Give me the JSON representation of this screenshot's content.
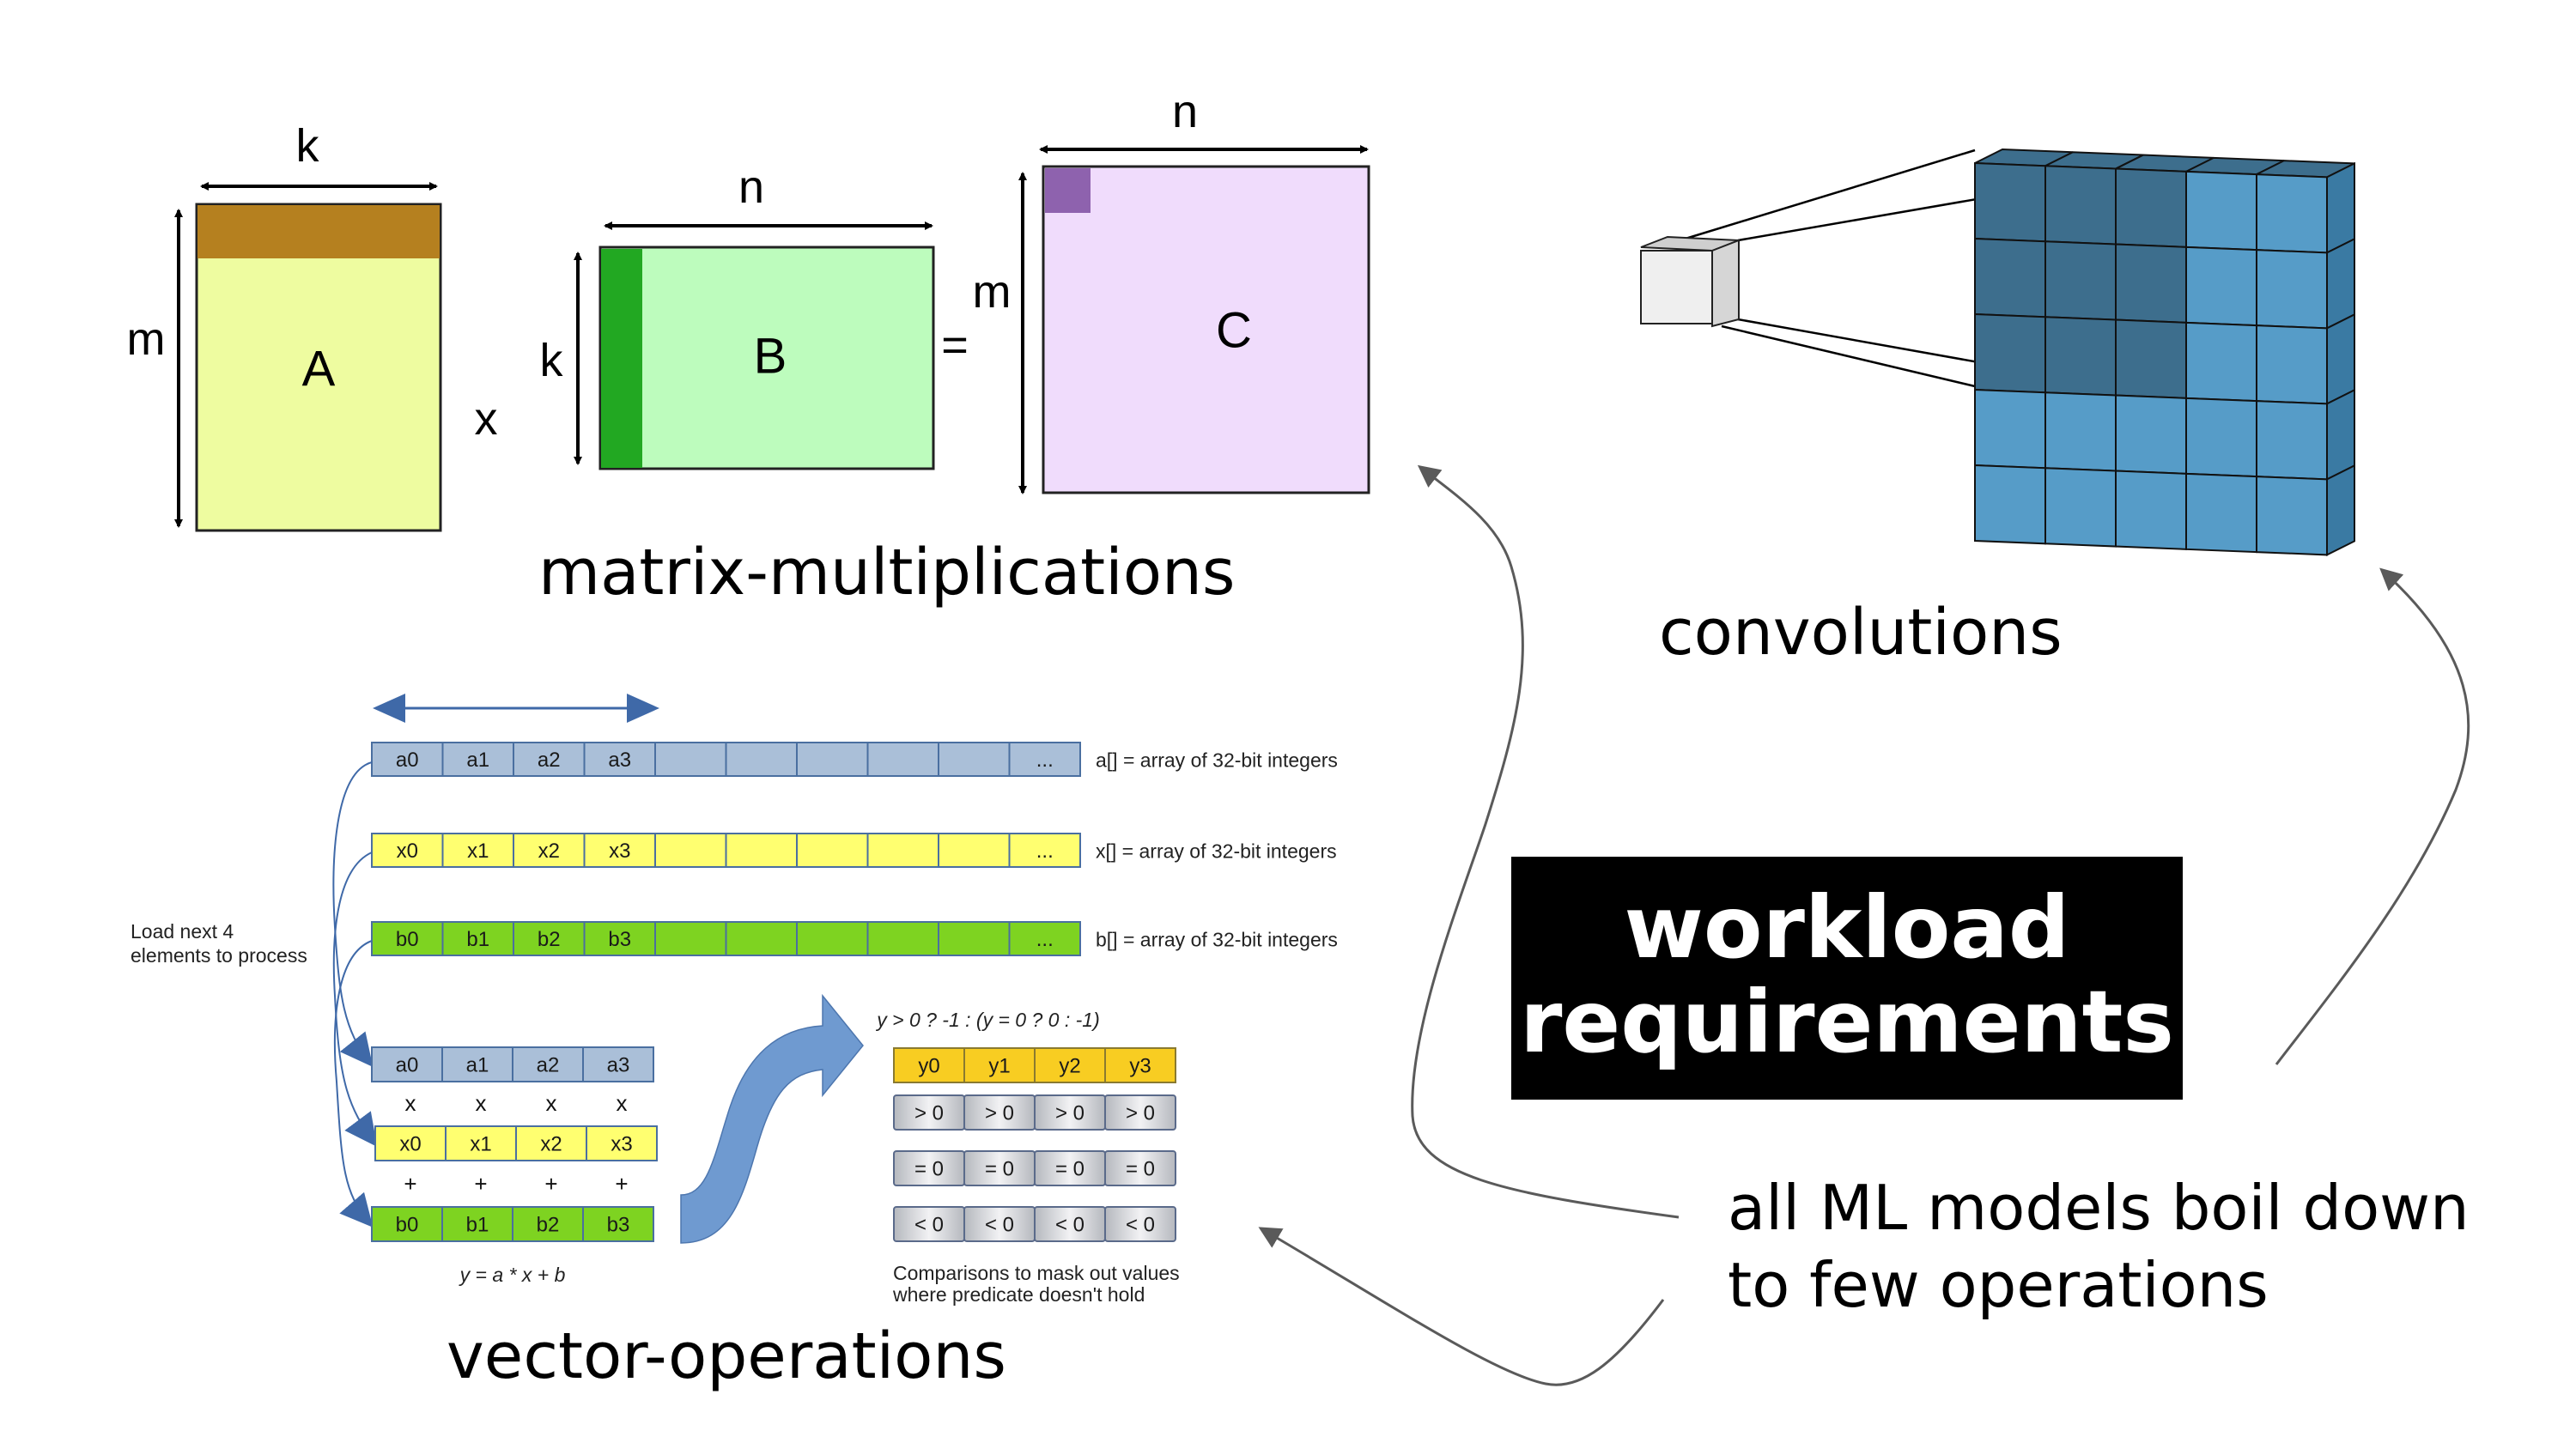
{
  "matmul": {
    "title": "matrix-multiplications",
    "matrix_a": {
      "label": "A",
      "width_label": "k",
      "height_label": "m",
      "fill": "#eefca0",
      "highlight": "#b5801f"
    },
    "times_sign": "x",
    "matrix_b": {
      "label": "B",
      "width_label": "n",
      "height_label": "k",
      "fill": "#bdfcbd",
      "highlight": "#22a822"
    },
    "equals_sign": "=",
    "matrix_c": {
      "label": "C",
      "width_label": "n",
      "height_label": "m",
      "fill": "#f0dcfc",
      "highlight": "#8e62ae"
    }
  },
  "convolution": {
    "title": "convolutions",
    "grid_rows": 5,
    "grid_cols": 5,
    "kernel_rows": 3,
    "kernel_cols": 3,
    "kernel_color": "#3d6e8d",
    "cell_color": "#569cc8",
    "side_color": "#3a7aa3"
  },
  "vector_ops": {
    "title": "vector-operations",
    "load_note": [
      "Load next 4",
      "elements to process"
    ],
    "arrays": [
      {
        "name": "a",
        "cells": [
          "a0",
          "a1",
          "a2",
          "a3",
          "",
          "",
          "",
          "",
          "",
          "..."
        ],
        "desc": "a[]  = array of 32-bit integers",
        "fill": "#aabfd8"
      },
      {
        "name": "x",
        "cells": [
          "x0",
          "x1",
          "x2",
          "x3",
          "",
          "",
          "",
          "",
          "",
          "..."
        ],
        "desc": "x[]  = array of 32-bit integers",
        "fill": "#ffff70"
      },
      {
        "name": "b",
        "cells": [
          "b0",
          "b1",
          "b2",
          "b3",
          "",
          "",
          "",
          "",
          "",
          "..."
        ],
        "desc": "b[]  = array of 32-bit integers",
        "fill": "#7ed321"
      }
    ],
    "registers": [
      {
        "name": "a",
        "cells": [
          "a0",
          "a1",
          "a2",
          "a3"
        ],
        "fill": "#aabfd8"
      },
      {
        "name": "x",
        "cells": [
          "x0",
          "x1",
          "x2",
          "x3"
        ],
        "fill": "#ffff70"
      },
      {
        "name": "b",
        "cells": [
          "b0",
          "b1",
          "b2",
          "b3"
        ],
        "fill": "#7ed321"
      }
    ],
    "multiply_ops": [
      "x",
      "x",
      "x",
      "x"
    ],
    "add_ops": [
      "+",
      "+",
      "+",
      "+"
    ],
    "formula": "y = a * x + b",
    "predicate_formula": "y > 0 ? -1 : (y = 0 ? 0 : -1)",
    "result_row": {
      "cells": [
        "y0",
        "y1",
        "y2",
        "y3"
      ],
      "fill": "#f8cd22"
    },
    "compare_rows": [
      [
        "> 0",
        "> 0",
        "> 0",
        "> 0"
      ],
      [
        "= 0",
        "= 0",
        "= 0",
        "= 0"
      ],
      [
        "< 0",
        "< 0",
        "< 0",
        "< 0"
      ]
    ],
    "compare_note": [
      "Comparisons to mask out values",
      "where predicate doesn't hold"
    ]
  },
  "workload_box": {
    "lines": [
      "workload",
      "requirements"
    ]
  },
  "summary": {
    "lines": [
      "all ML models boil down",
      "to few operations"
    ]
  },
  "colors": {
    "arrow_gray": "#5a5a5a",
    "diagram_blue": "#3f69a8",
    "flow_arrow": "#6f9ad0"
  }
}
